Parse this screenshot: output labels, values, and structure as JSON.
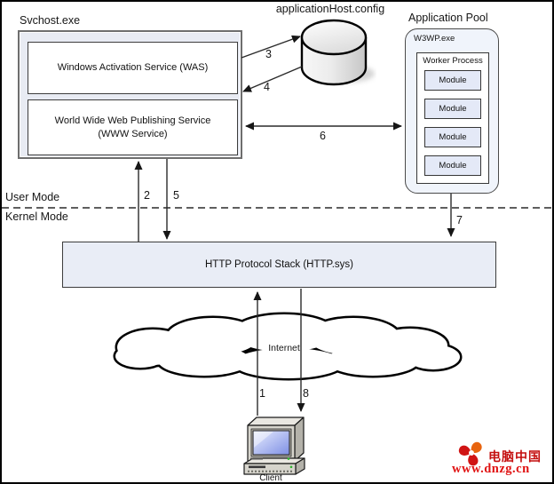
{
  "diagram": {
    "svchost": {
      "title": "Svchost.exe",
      "was_label": "Windows Activation Service (WAS)",
      "www_label": "World Wide Web Publishing Service (WWW Service)"
    },
    "config_store": {
      "label": "applicationHost.config"
    },
    "app_pool": {
      "title": "Application Pool",
      "process_label": "W3WP.exe",
      "worker_label": "Worker Process",
      "modules": [
        "Module",
        "Module",
        "Module",
        "Module"
      ]
    },
    "modes": {
      "user": "User Mode",
      "kernel": "Kernel Mode"
    },
    "http_stack": {
      "label": "HTTP Protocol Stack (HTTP.sys)"
    },
    "internet": {
      "label": "Internet"
    },
    "client": {
      "label": "Client"
    },
    "steps": [
      "1",
      "2",
      "3",
      "4",
      "5",
      "6",
      "7",
      "8"
    ]
  },
  "watermark": {
    "site_name": "电脑中国",
    "site_url": "www.dnzg.cn",
    "color": "#d01414"
  },
  "colors": {
    "process_box_fill": "#e8ebf3",
    "pool_fill": "#f0f4fb",
    "module_fill": "#e4e9f7",
    "http_box_fill": "#e9edf6",
    "outline": "#3c3c3c",
    "watermark_red": "#d01414"
  }
}
